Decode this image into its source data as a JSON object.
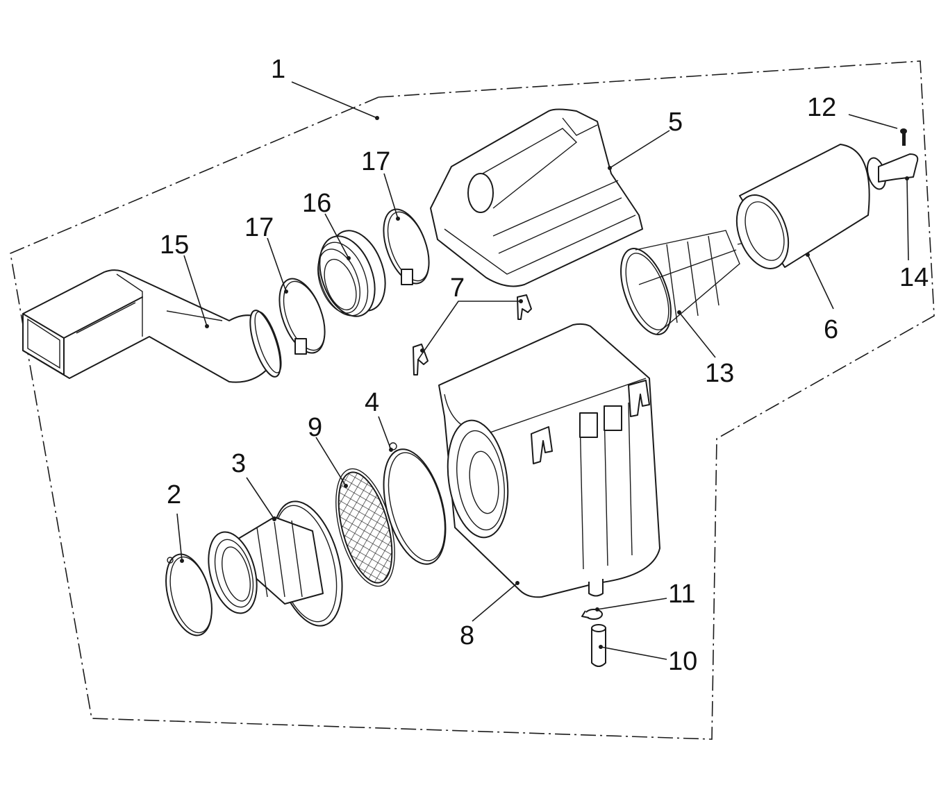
{
  "diagram": {
    "title": "Air filter assembly exploded view",
    "callouts": [
      {
        "id": "1",
        "label": "1"
      },
      {
        "id": "2",
        "label": "2"
      },
      {
        "id": "3",
        "label": "3"
      },
      {
        "id": "4",
        "label": "4"
      },
      {
        "id": "5",
        "label": "5"
      },
      {
        "id": "6",
        "label": "6"
      },
      {
        "id": "7",
        "label": "7"
      },
      {
        "id": "8",
        "label": "8"
      },
      {
        "id": "9",
        "label": "9"
      },
      {
        "id": "10",
        "label": "10"
      },
      {
        "id": "11",
        "label": "11"
      },
      {
        "id": "12",
        "label": "12"
      },
      {
        "id": "13",
        "label": "13"
      },
      {
        "id": "14",
        "label": "14"
      },
      {
        "id": "15",
        "label": "15"
      },
      {
        "id": "16",
        "label": "16"
      },
      {
        "id": "17a",
        "label": "17"
      },
      {
        "id": "17b",
        "label": "17"
      }
    ]
  }
}
